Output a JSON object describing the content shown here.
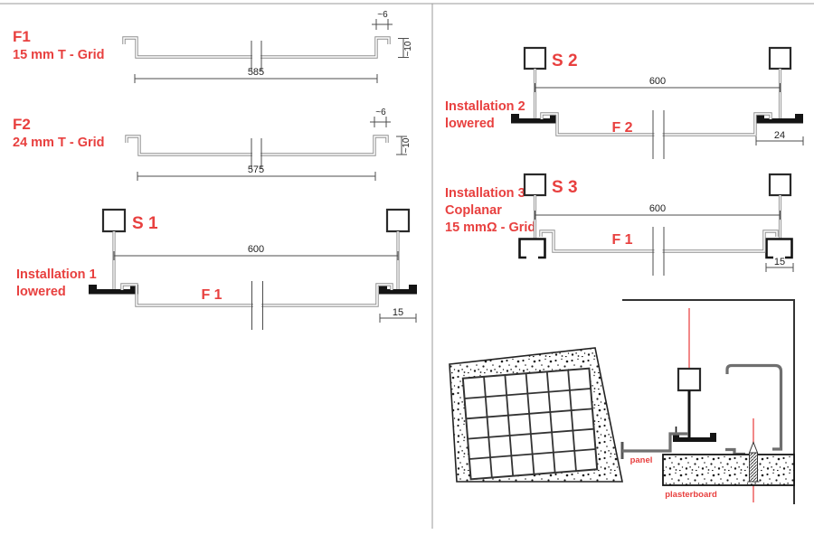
{
  "colors": {
    "red": "#e8403f",
    "redline": "#ef6b6b",
    "profile": "#8f8f8f",
    "dark": "#141414",
    "dim": "#4d4d4d"
  },
  "profiles": [
    {
      "code": "F1",
      "grid": "15 mm T - Grid",
      "length": "585",
      "flange_width": "~6",
      "flange_height": "~10"
    },
    {
      "code": "F2",
      "grid": "24 mm T - Grid",
      "length": "575",
      "flange_width": "~6",
      "flange_height": "~10"
    }
  ],
  "installations": [
    {
      "line1": "Installation 1",
      "line2": "lowered",
      "suspension": "S 1",
      "profile": "F 1",
      "span": "600",
      "width": "15"
    },
    {
      "line1": "Installation 2",
      "line2": "lowered",
      "suspension": "S 2",
      "profile": "F 2",
      "span": "600",
      "width": "24"
    },
    {
      "line1": "Installation 3",
      "line2": "Coplanar",
      "line3": "15 mmΩ - Grid",
      "suspension": "S 3",
      "profile": "F 1",
      "span": "600",
      "width": "15"
    }
  ],
  "detail": {
    "panel_label": "panel",
    "plasterboard_label": "plasterboard"
  }
}
